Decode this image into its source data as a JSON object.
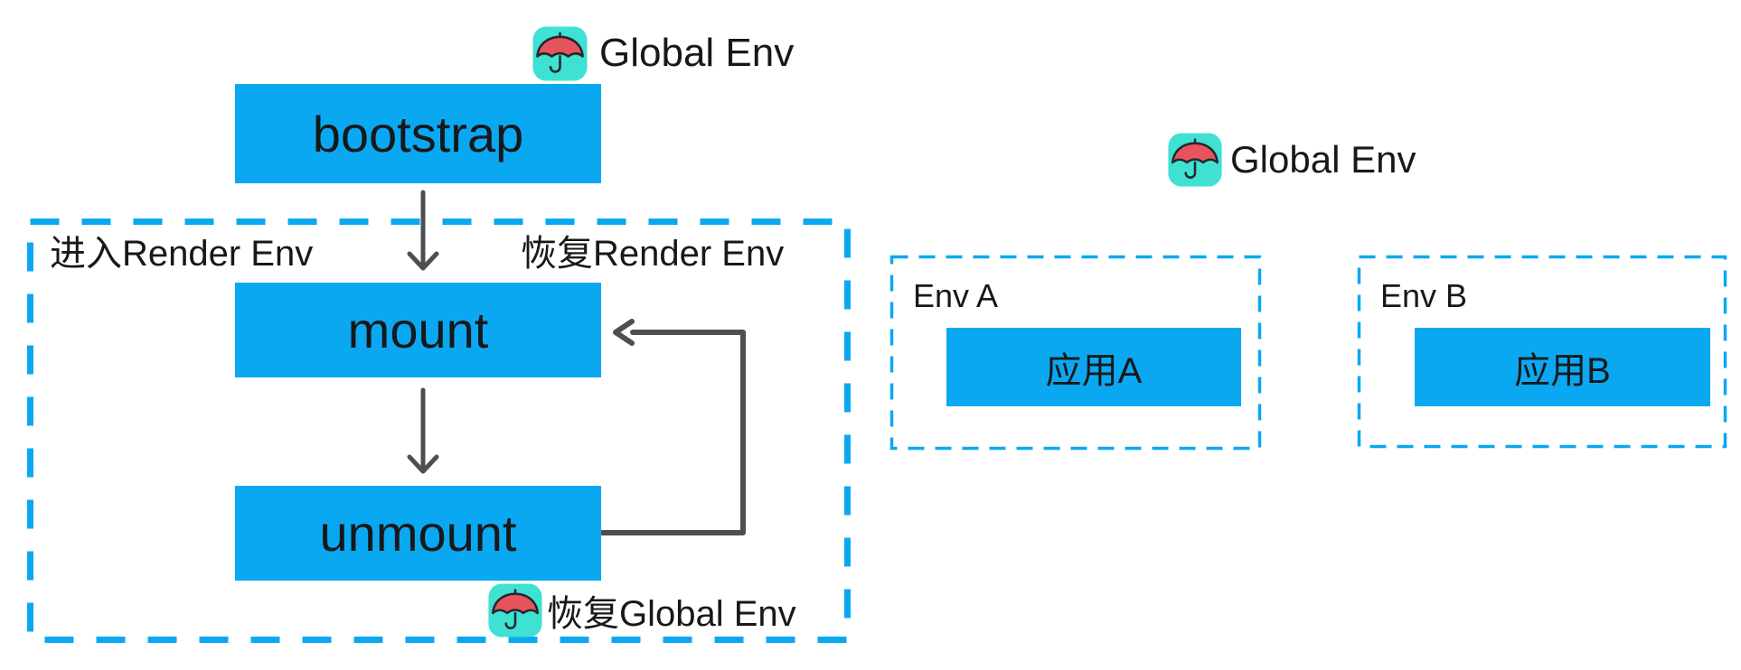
{
  "colors": {
    "accent_blue": "#0BA8F2",
    "icon_teal": "#3EE1D2",
    "umbrella_red": "#E8545C",
    "umbrella_outline": "#23272E",
    "arrow_gray": "#4D4F52",
    "text_black": "#17181A",
    "background": "#FFFFFF"
  },
  "icons": {
    "global_env": "umbrella-icon"
  },
  "lifecycle": {
    "global_env": {
      "label": "Global Env"
    },
    "boxes": [
      {
        "id": "bootstrap",
        "label": "bootstrap"
      },
      {
        "id": "mount",
        "label": "mount"
      },
      {
        "id": "unmount",
        "label": "unmount"
      }
    ],
    "sandbox": {
      "enter_label": "进入Render Env",
      "restore_label": "恢复Render Env",
      "restore_global": {
        "label": "恢复Global Env"
      }
    }
  },
  "environments": {
    "global_env": {
      "label": "Global Env"
    },
    "envs": [
      {
        "title": "Env A",
        "app": "应用A"
      },
      {
        "title": "Env B",
        "app": "应用B"
      }
    ]
  }
}
